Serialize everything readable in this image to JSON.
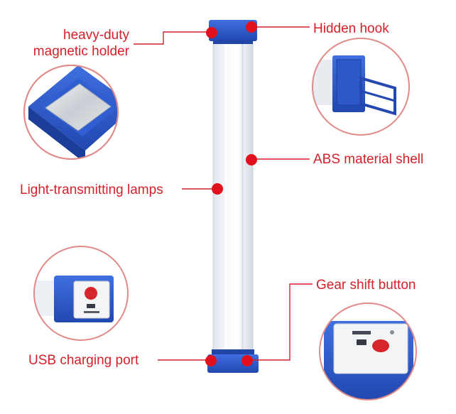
{
  "labels": {
    "magnetic_line1": "heavy-duty",
    "magnetic_line2": "magnetic holder",
    "hidden_hook": "Hidden hook",
    "abs_shell": "ABS material shell",
    "lamps": "Light-transmitting lamps",
    "gear_button": "Gear shift button",
    "usb_port": "USB charging port"
  },
  "colors": {
    "accent": "#d5202a",
    "cap_blue": "#2c58c8",
    "tube_white": "#eef1f5"
  }
}
